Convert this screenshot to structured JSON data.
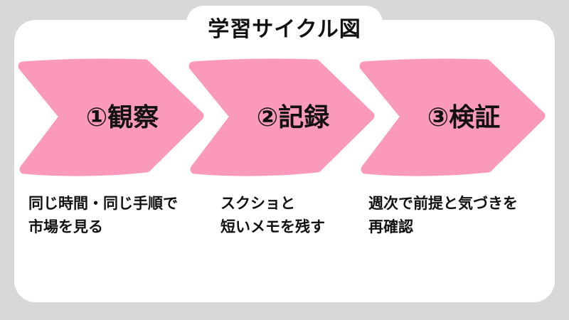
{
  "title": "学習サイクル図",
  "colors": {
    "background": "#D8D8D8",
    "card": "#FFFFFF",
    "arrow_pink": "#FB99BB",
    "text": "#111111"
  },
  "steps": [
    {
      "label": "①観察",
      "desc_lines": [
        "同じ時間・同じ手順で",
        "市場を見る"
      ]
    },
    {
      "label": "②記録",
      "desc_lines": [
        "スクショと",
        "短いメモを残す"
      ]
    },
    {
      "label": "③検証",
      "desc_lines": [
        "週次で前提と気づきを",
        "再確認"
      ]
    }
  ]
}
